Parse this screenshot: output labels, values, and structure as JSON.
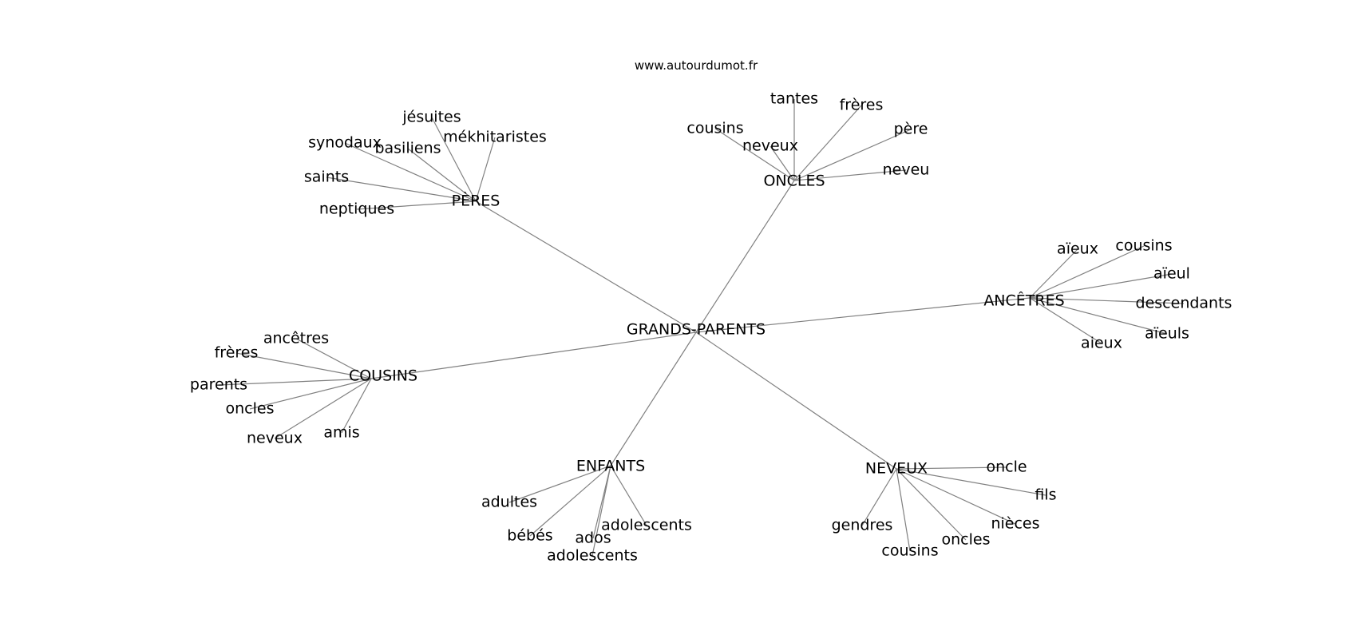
{
  "source": "www.autourdumot.fr",
  "center": "GRANDS-PARENTS",
  "clusters": [
    {
      "hub": "PÈRES",
      "leaves": [
        "jésuites",
        "mékhitaristes",
        "synodaux",
        "basiliens",
        "saints",
        "neptiques"
      ]
    },
    {
      "hub": "ONCLES",
      "leaves": [
        "tantes",
        "frères",
        "cousins",
        "neveux",
        "père",
        "neveu"
      ]
    },
    {
      "hub": "ANCÊTRES",
      "leaves": [
        "aïeux",
        "cousins",
        "aïeul",
        "descendants",
        "aïeuls",
        "aieux"
      ]
    },
    {
      "hub": "COUSINS",
      "leaves": [
        "ancêtres",
        "frères",
        "parents",
        "oncles",
        "neveux",
        "amis"
      ]
    },
    {
      "hub": "ENFANTS",
      "leaves": [
        "adultes",
        "bébés",
        "ados",
        "adolescents",
        "adolescents"
      ]
    },
    {
      "hub": "NEVEUX",
      "leaves": [
        "oncle",
        "fils",
        "nièces",
        "gendres",
        "oncles",
        "cousins"
      ]
    }
  ]
}
